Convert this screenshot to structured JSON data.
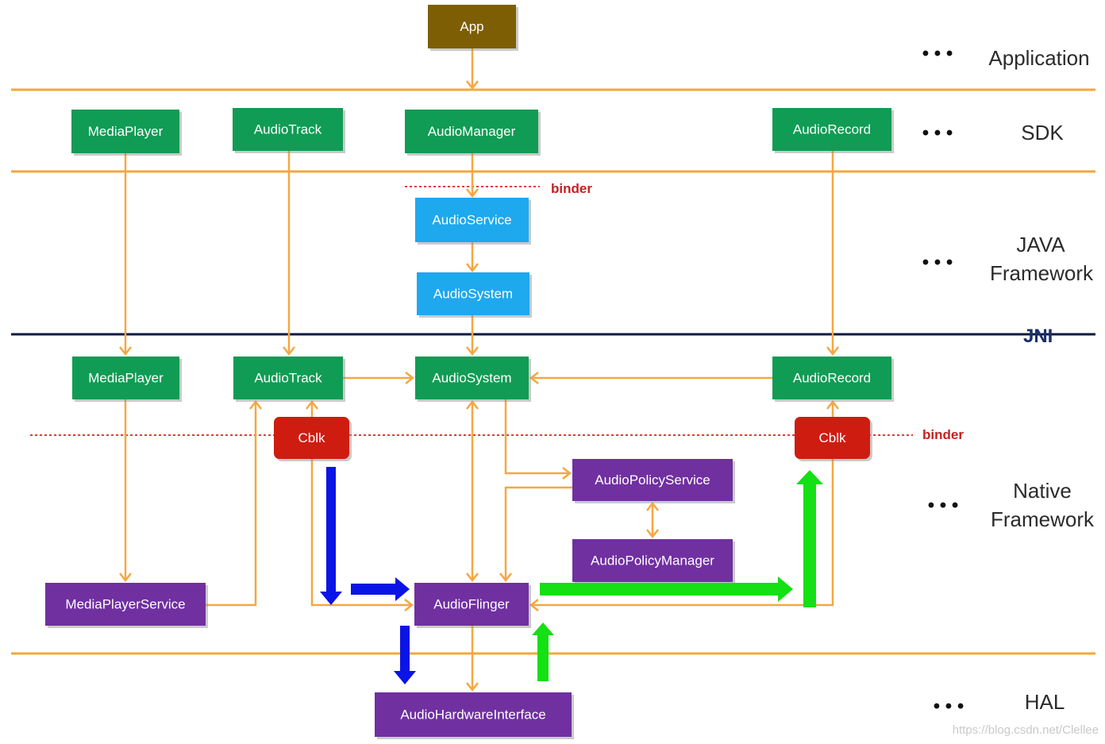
{
  "colors": {
    "layer_line": "#f2a83c",
    "jni_line": "#0d1b3e",
    "connector": "#f5a742",
    "binder_line": "#e53935",
    "binder_text": "#c62020",
    "jni_text": "#1a2f6b",
    "app_box": "#7d5e04",
    "green_box": "#109c54",
    "blue_box": "#1ea8ee",
    "cblk_box": "#cf1c10",
    "purple_box": "#7030a0",
    "blue_arrow": "#0a14e6",
    "green_arrow": "#14e014"
  },
  "layers": {
    "application": {
      "dots": "• • •",
      "label": "Application"
    },
    "sdk": {
      "dots": "• • •",
      "label": "SDK"
    },
    "java_framework": {
      "dots": "• • •",
      "label_line1": "JAVA",
      "label_line2": "Framework"
    },
    "jni": {
      "label": "JNI"
    },
    "native_framework": {
      "dots": "• • •",
      "label_line1": "Native",
      "label_line2": "Framework"
    },
    "hal": {
      "dots": "• • •",
      "label": "HAL"
    }
  },
  "application": {
    "app": "App"
  },
  "sdk": {
    "media_player": "MediaPlayer",
    "audio_track": "AudioTrack",
    "audio_manager": "AudioManager",
    "audio_record": "AudioRecord"
  },
  "java_framework": {
    "audio_service": "AudioService",
    "audio_system": "AudioSystem"
  },
  "native_framework": {
    "media_player": "MediaPlayer",
    "audio_track": "AudioTrack",
    "audio_system": "AudioSystem",
    "audio_record": "AudioRecord",
    "cblk_track": "Cblk",
    "cblk_record": "Cblk",
    "audio_policy_service": "AudioPolicyService",
    "audio_policy_manager": "AudioPolicyManager",
    "media_player_service": "MediaPlayerService",
    "audio_flinger": "AudioFlinger"
  },
  "hal": {
    "audio_hardware_interface": "AudioHardwareInterface"
  },
  "binder_labels": {
    "java": "binder",
    "native": "binder"
  },
  "watermark": "https://blog.csdn.net/Clellee"
}
